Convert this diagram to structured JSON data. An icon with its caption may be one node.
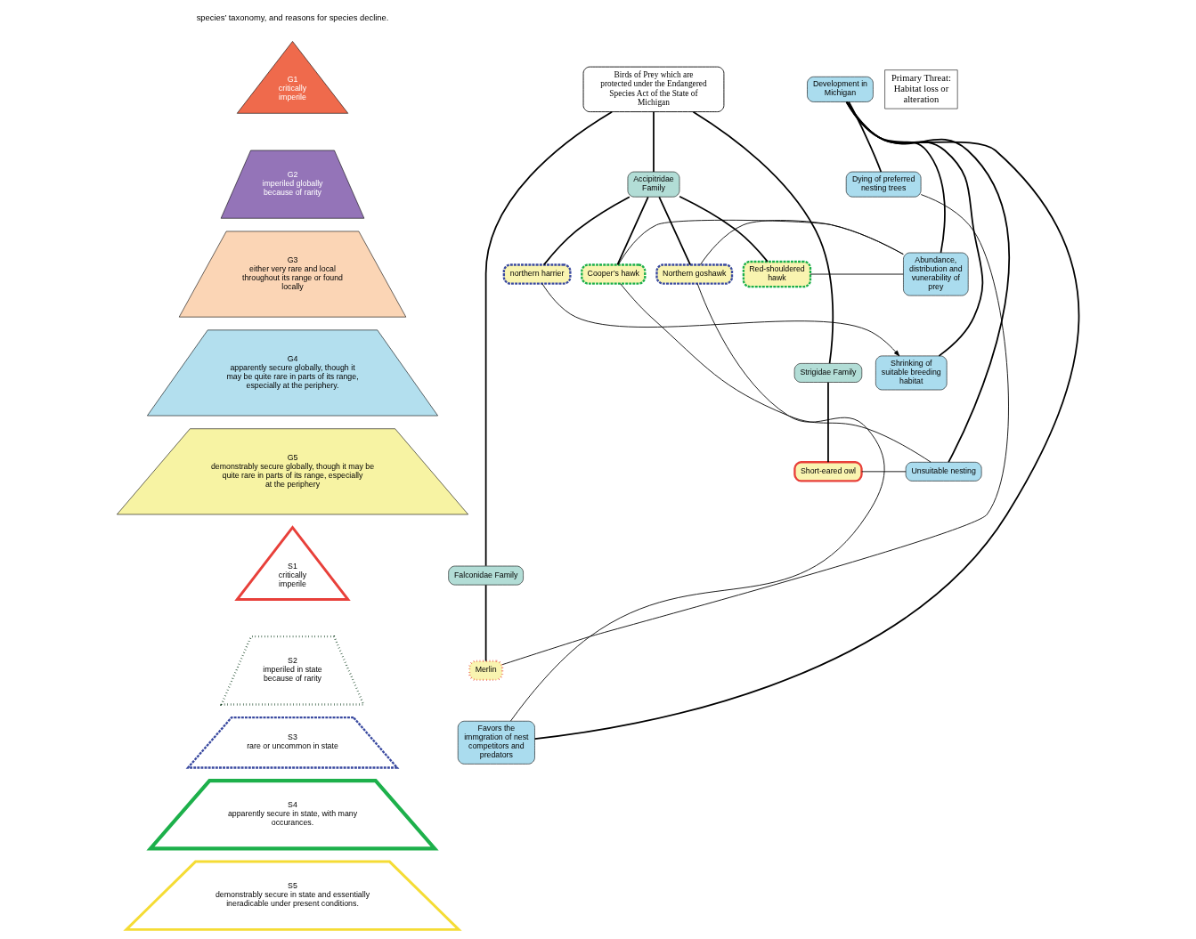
{
  "diagram": {
    "nodes": [
      {
        "text": [
          "G1",
          "critically imperile"
        ]
      },
      {
        "text": [
          "G2",
          "imperiled globally because of rarity"
        ]
      },
      {
        "text": [
          "G3",
          "either very rare and local throughout its range or found locally"
        ]
      },
      {
        "text": [
          "G4",
          "apparently secure globally, though it may be quite rare in parts of its range, especially at the periphery."
        ]
      },
      {
        "text": [
          "G5",
          "demonstrably secure globally, though it may be quite rare in parts of its range, especially at the periphery"
        ]
      },
      {
        "text": [
          "S1",
          "critically imperile"
        ]
      },
      {
        "text": [
          "S2",
          "imperiled in state because of rarity"
        ]
      },
      {
        "text": [
          "S3",
          "rare or uncommon in state"
        ]
      },
      {
        "text": [
          "S4",
          "apparently secure in state, with many occurances."
        ]
      },
      {
        "text": [
          "S5",
          "demonstrably secure in state and essentially ineradicable under present conditions."
        ]
      },
      {
        "text": [
          "Birds of Prey which are protected under the Endangered Species Act of the State of Michigan"
        ]
      },
      {
        "text": [
          "Primary Threat: Habitat loss or alteration"
        ]
      },
      {
        "text": [
          "Development in Michigan"
        ]
      },
      {
        "text": [
          "Accipitridae Family"
        ]
      },
      {
        "text": [
          "Cooper’s hawk"
        ]
      },
      {
        "text": [
          "Northern goshawk"
        ]
      },
      {
        "text": [
          "Red-shouldered hawk"
        ]
      },
      {
        "text": [
          "northern harrier"
        ]
      },
      {
        "text": [
          "Dying of preferred nesting trees"
        ]
      },
      {
        "text": [
          "Abundance, distribution and vunerability of prey"
        ]
      },
      {
        "text": [
          "Strigidae Family"
        ]
      },
      {
        "text": [
          "Shrinking of suitable breeding habitat"
        ]
      },
      {
        "text": [
          "Short-eared owl"
        ]
      },
      {
        "text": [
          "Unsuitable nesting"
        ]
      },
      {
        "text": [
          "Falconidae Family"
        ]
      },
      {
        "text": [
          "Merlin"
        ]
      },
      {
        "text": [
          "Favors the immgration of nest competitors and predators"
        ]
      }
    ],
    "edges": [
      {
        "from": 10,
        "to": 13,
        "arrow": "none"
      },
      {
        "from": 10,
        "to": 20,
        "arrow": "none"
      },
      {
        "from": 10,
        "to": 24,
        "arrow": "none"
      },
      {
        "from": 13,
        "to": 14,
        "arrow": "none"
      },
      {
        "from": 13,
        "to": 15,
        "arrow": "none"
      },
      {
        "from": 13,
        "to": 16,
        "arrow": "none"
      },
      {
        "from": 13,
        "to": 17,
        "arrow": "none"
      },
      {
        "from": 20,
        "to": 22,
        "arrow": "none"
      },
      {
        "from": 24,
        "to": 25,
        "arrow": "none"
      },
      {
        "from": 12,
        "to": 18,
        "arrow": "none"
      },
      {
        "from": 12,
        "to": 19,
        "arrow": "none"
      },
      {
        "from": 12,
        "to": 21,
        "arrow": "none"
      },
      {
        "from": 12,
        "to": 23,
        "arrow": "none"
      },
      {
        "from": 12,
        "to": 26,
        "arrow": "none"
      },
      {
        "from": 14,
        "to": 19,
        "arrow": "none"
      },
      {
        "from": 14,
        "to": 23,
        "arrow": "none"
      },
      {
        "from": 15,
        "to": 19,
        "arrow": "none"
      },
      {
        "from": 15,
        "to": 26,
        "arrow": "none"
      },
      {
        "from": 16,
        "to": 19,
        "arrow": "none"
      },
      {
        "from": 17,
        "to": 21,
        "arrow": "to"
      },
      {
        "from": 22,
        "to": 23,
        "arrow": "none"
      },
      {
        "from": 25,
        "to": 18,
        "arrow": "none"
      }
    ],
    "labels": [
      "species’ taxonomy, and reasons for species decline."
    ]
  }
}
